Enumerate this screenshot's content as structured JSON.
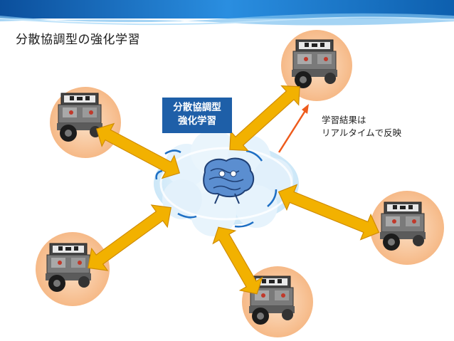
{
  "slide": {
    "title": "分散協調型の強化学習",
    "center_label": [
      "分散協調型",
      "強化学習"
    ],
    "note": [
      "学習結果は",
      "リアルタイムで反映"
    ]
  },
  "colors": {
    "banner": "#1e6fc4",
    "arrow": "#f2b100",
    "arrow_stroke": "#d08c00",
    "feedback_arrow": "#ee5b1c",
    "label_bg": "#1e5fa8",
    "robot_halo": "#f8c79d",
    "cloud": "#ddeffa"
  },
  "icons": [
    "brain-icon",
    "robot-icon",
    "cloud-icon"
  ]
}
